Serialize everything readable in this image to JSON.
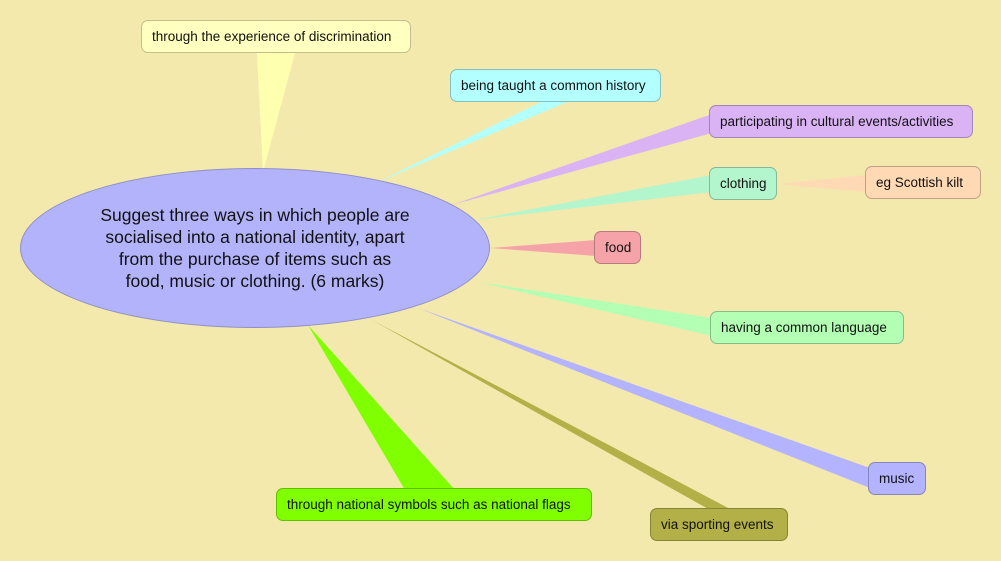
{
  "central_topic": {
    "text": "Suggest three ways in which people are socialised into a national identity, apart from the purchase of items such as food, music or clothing. (6 marks)",
    "color": "#b3b3fb"
  },
  "nodes": [
    {
      "text": "through the experience of discrimination",
      "color": "#ffffc0"
    },
    {
      "text": "being taught a common history",
      "color": "#b3ffff"
    },
    {
      "text": "participating in cultural events/activities",
      "color": "#dab3f5"
    },
    {
      "text": "clothing",
      "color": "#b3f5cc"
    },
    {
      "text": "eg Scottish kilt",
      "color": "#ffd9b3"
    },
    {
      "text": "food",
      "color": "#f5a3a8"
    },
    {
      "text": "having a common language",
      "color": "#b3ffb3"
    },
    {
      "text": "music",
      "color": "#b3b3ff"
    },
    {
      "text": "through national symbols such as national flags",
      "color": "#80ff00"
    },
    {
      "text": "via sporting events",
      "color": "#b3b048"
    }
  ]
}
